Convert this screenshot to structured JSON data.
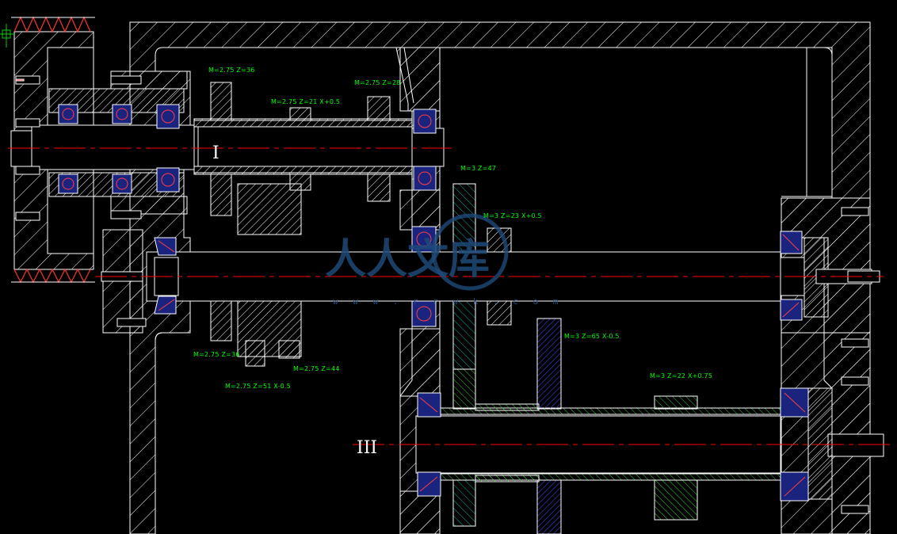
{
  "colors": {
    "background": "#000000",
    "outline": "#ffffff",
    "centerline": "#ff0000",
    "dimension_text": "#00ff00",
    "bearing_fill": "#1a237e",
    "gear_hatch_cyan": "#00b0a0",
    "gear_hatch_green": "#33cc33",
    "gear_hatch_blue": "#3030c0",
    "watermark": "#1e4a7a"
  },
  "shaft_labels": {
    "shaft_1": "I",
    "shaft_3": "III"
  },
  "gear_annotations": [
    "M=2.75  Z=36",
    "M=2.75  Z=21  X+0.5",
    "M=2.75  Z=28",
    "M=3  Z=47",
    "M=3  Z=23  X+0.5",
    "M=2.75  Z=36",
    "M=2.75  Z=44",
    "M=2.75  Z=51  X-0.5",
    "M=3  Z=65  X-0.5",
    "M=3  Z=22  X+0.75"
  ],
  "watermark": {
    "text": "人人文库",
    "url": "w w w . r r w k . c o m"
  },
  "icons": {
    "ucs": "crosshair-icon"
  }
}
